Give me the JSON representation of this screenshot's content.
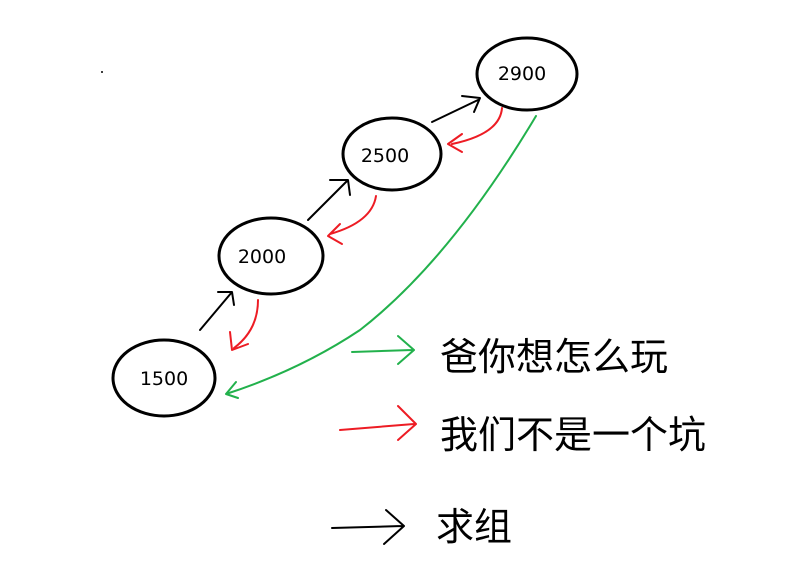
{
  "nodes": [
    {
      "label": "1500"
    },
    {
      "label": "2000"
    },
    {
      "label": "2500"
    },
    {
      "label": "2900"
    }
  ],
  "legend": [
    {
      "color": "#22b14c",
      "text": "爸你想怎么玩"
    },
    {
      "color": "#ed1c24",
      "text": "我们不是一个坑"
    },
    {
      "color": "#000000",
      "text": "求组"
    }
  ]
}
